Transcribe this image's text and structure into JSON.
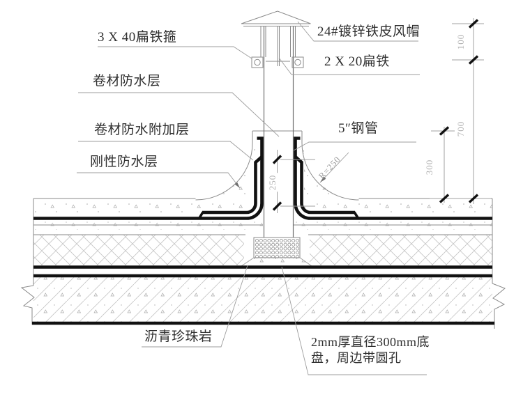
{
  "drawing": {
    "type": "construction-detail",
    "labels": {
      "hoop": "3 X 40扁铁箍",
      "wind_cap": "24#镀锌铁皮风帽",
      "flat_iron": "2 X 20扁铁",
      "membrane": "卷材防水层",
      "membrane_add": "卷材防水附加层",
      "rigid": "刚性防水层",
      "pipe": "5″钢管",
      "perlite": "沥青珍珠岩",
      "plate_line1": "2mm厚直径300mm底",
      "plate_line2": "盘，周边带圆孔"
    },
    "dimensions": {
      "d100": "100",
      "d700": "700",
      "d300": "300",
      "d250": "250",
      "radius": "R=250"
    },
    "colors": {
      "thick_line": "#111111",
      "thin_line": "#8a8a8a",
      "leader_line": "#9e9e9e",
      "hatch_line": "#c4c4c4",
      "label_text": "#2f2f2f",
      "dim_text": "#b0b0b0"
    }
  }
}
